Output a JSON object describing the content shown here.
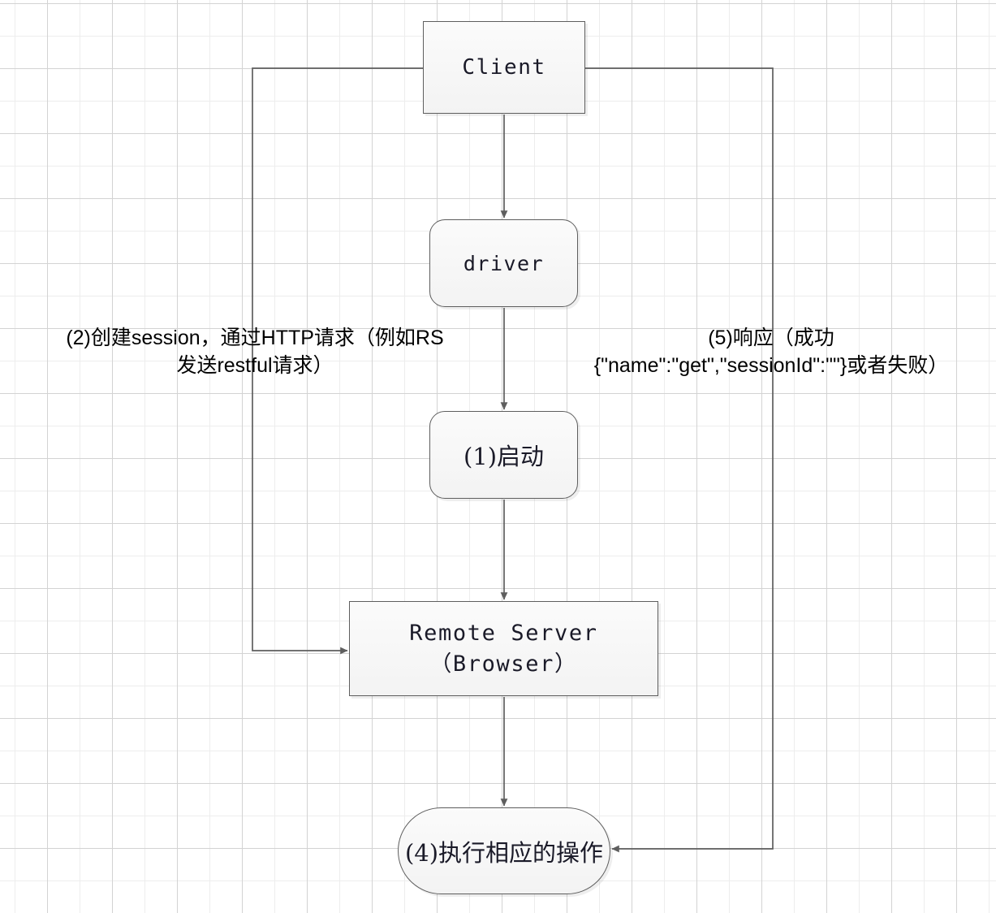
{
  "diagram": {
    "title": "WebDriver Client / Remote Server interaction flow",
    "background": {
      "grid": "graph-paper",
      "minor_color": "#ededed",
      "major_color": "#d3d3d3",
      "paper_color": "#ffffff"
    },
    "style": {
      "node_fill": "#f6f6f6",
      "node_border": "#5e5e5e",
      "edge_color": "#5e5e5e",
      "text_color": "#1a1a28",
      "label_color": "#000000"
    },
    "nodes": [
      {
        "id": "client",
        "label": "Client",
        "shape": "rectangle"
      },
      {
        "id": "driver",
        "label": "driver",
        "shape": "rounded-rectangle"
      },
      {
        "id": "start",
        "label": "(1)启动",
        "shape": "rounded-rectangle"
      },
      {
        "id": "remote_server",
        "label": "Remote Server（Browser）",
        "shape": "rectangle"
      },
      {
        "id": "execute",
        "label": "(4)执行相应的操作",
        "shape": "stadium"
      }
    ],
    "labels": {
      "request": "(2)创建session，通过HTTP请求（例如RS\n发送restful请求）",
      "response": "(5)响应（成功\n{\"name\":\"get\",\"sessionId\":\"\"}或者失败）"
    },
    "edges": [
      {
        "from": "client",
        "to": "driver",
        "type": "straight-down",
        "arrow": true
      },
      {
        "from": "driver",
        "to": "start",
        "type": "straight-down",
        "arrow": true
      },
      {
        "from": "start",
        "to": "remote_server",
        "type": "straight-down",
        "arrow": true
      },
      {
        "from": "remote_server",
        "to": "execute",
        "type": "straight-down",
        "arrow": true
      },
      {
        "from": "client",
        "to": "remote_server",
        "type": "orthogonal-left",
        "arrow": true,
        "label": "request"
      },
      {
        "from": "client",
        "to": "execute",
        "type": "orthogonal-right",
        "arrow": true,
        "label": "response"
      }
    ]
  }
}
